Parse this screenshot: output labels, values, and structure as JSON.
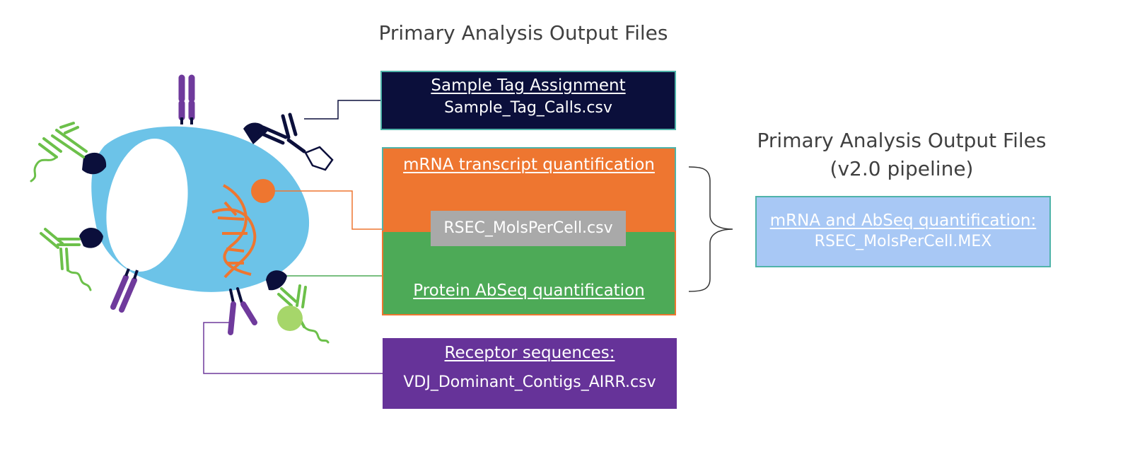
{
  "main_title": "Primary Analysis Output Files",
  "v2_title": "Primary Analysis Output Files",
  "v2_subtitle": "(v2.0 pipeline)",
  "boxes": {
    "sample_tag": {
      "title": "Sample Tag Assignment",
      "file": "Sample_Tag_Calls.csv",
      "fill": "#0b0f3b",
      "border": "#4fb3a9"
    },
    "mrna": {
      "title": "mRNA transcript quantification",
      "fill": "#ee7630",
      "border": "#4fb3a9"
    },
    "rsec": {
      "file": "RSEC_MolsPerCell.csv",
      "fill": "#a9a9a9"
    },
    "protein": {
      "title": "Protein AbSeq quantification",
      "fill": "#4daa57",
      "border": "#ee7630"
    },
    "receptor": {
      "title": "Receptor sequences:",
      "file": "VDJ_Dominant_Contigs_AIRR.csv",
      "fill": "#663399"
    },
    "mex": {
      "title": "mRNA and AbSeq quantification:",
      "file": "RSEC_MolsPerCell.MEX",
      "fill": "#a8c8f5",
      "border": "#4fb3a9"
    }
  },
  "colors": {
    "cell": "#6cc3e8",
    "nucleus": "#ffffff",
    "antibody_green": "#6cc04a",
    "antibody_purple": "#6f3a9c",
    "antibody_navy": "#0b0f3b",
    "dna": "#ee7630",
    "bead_green": "#a6d66a"
  }
}
